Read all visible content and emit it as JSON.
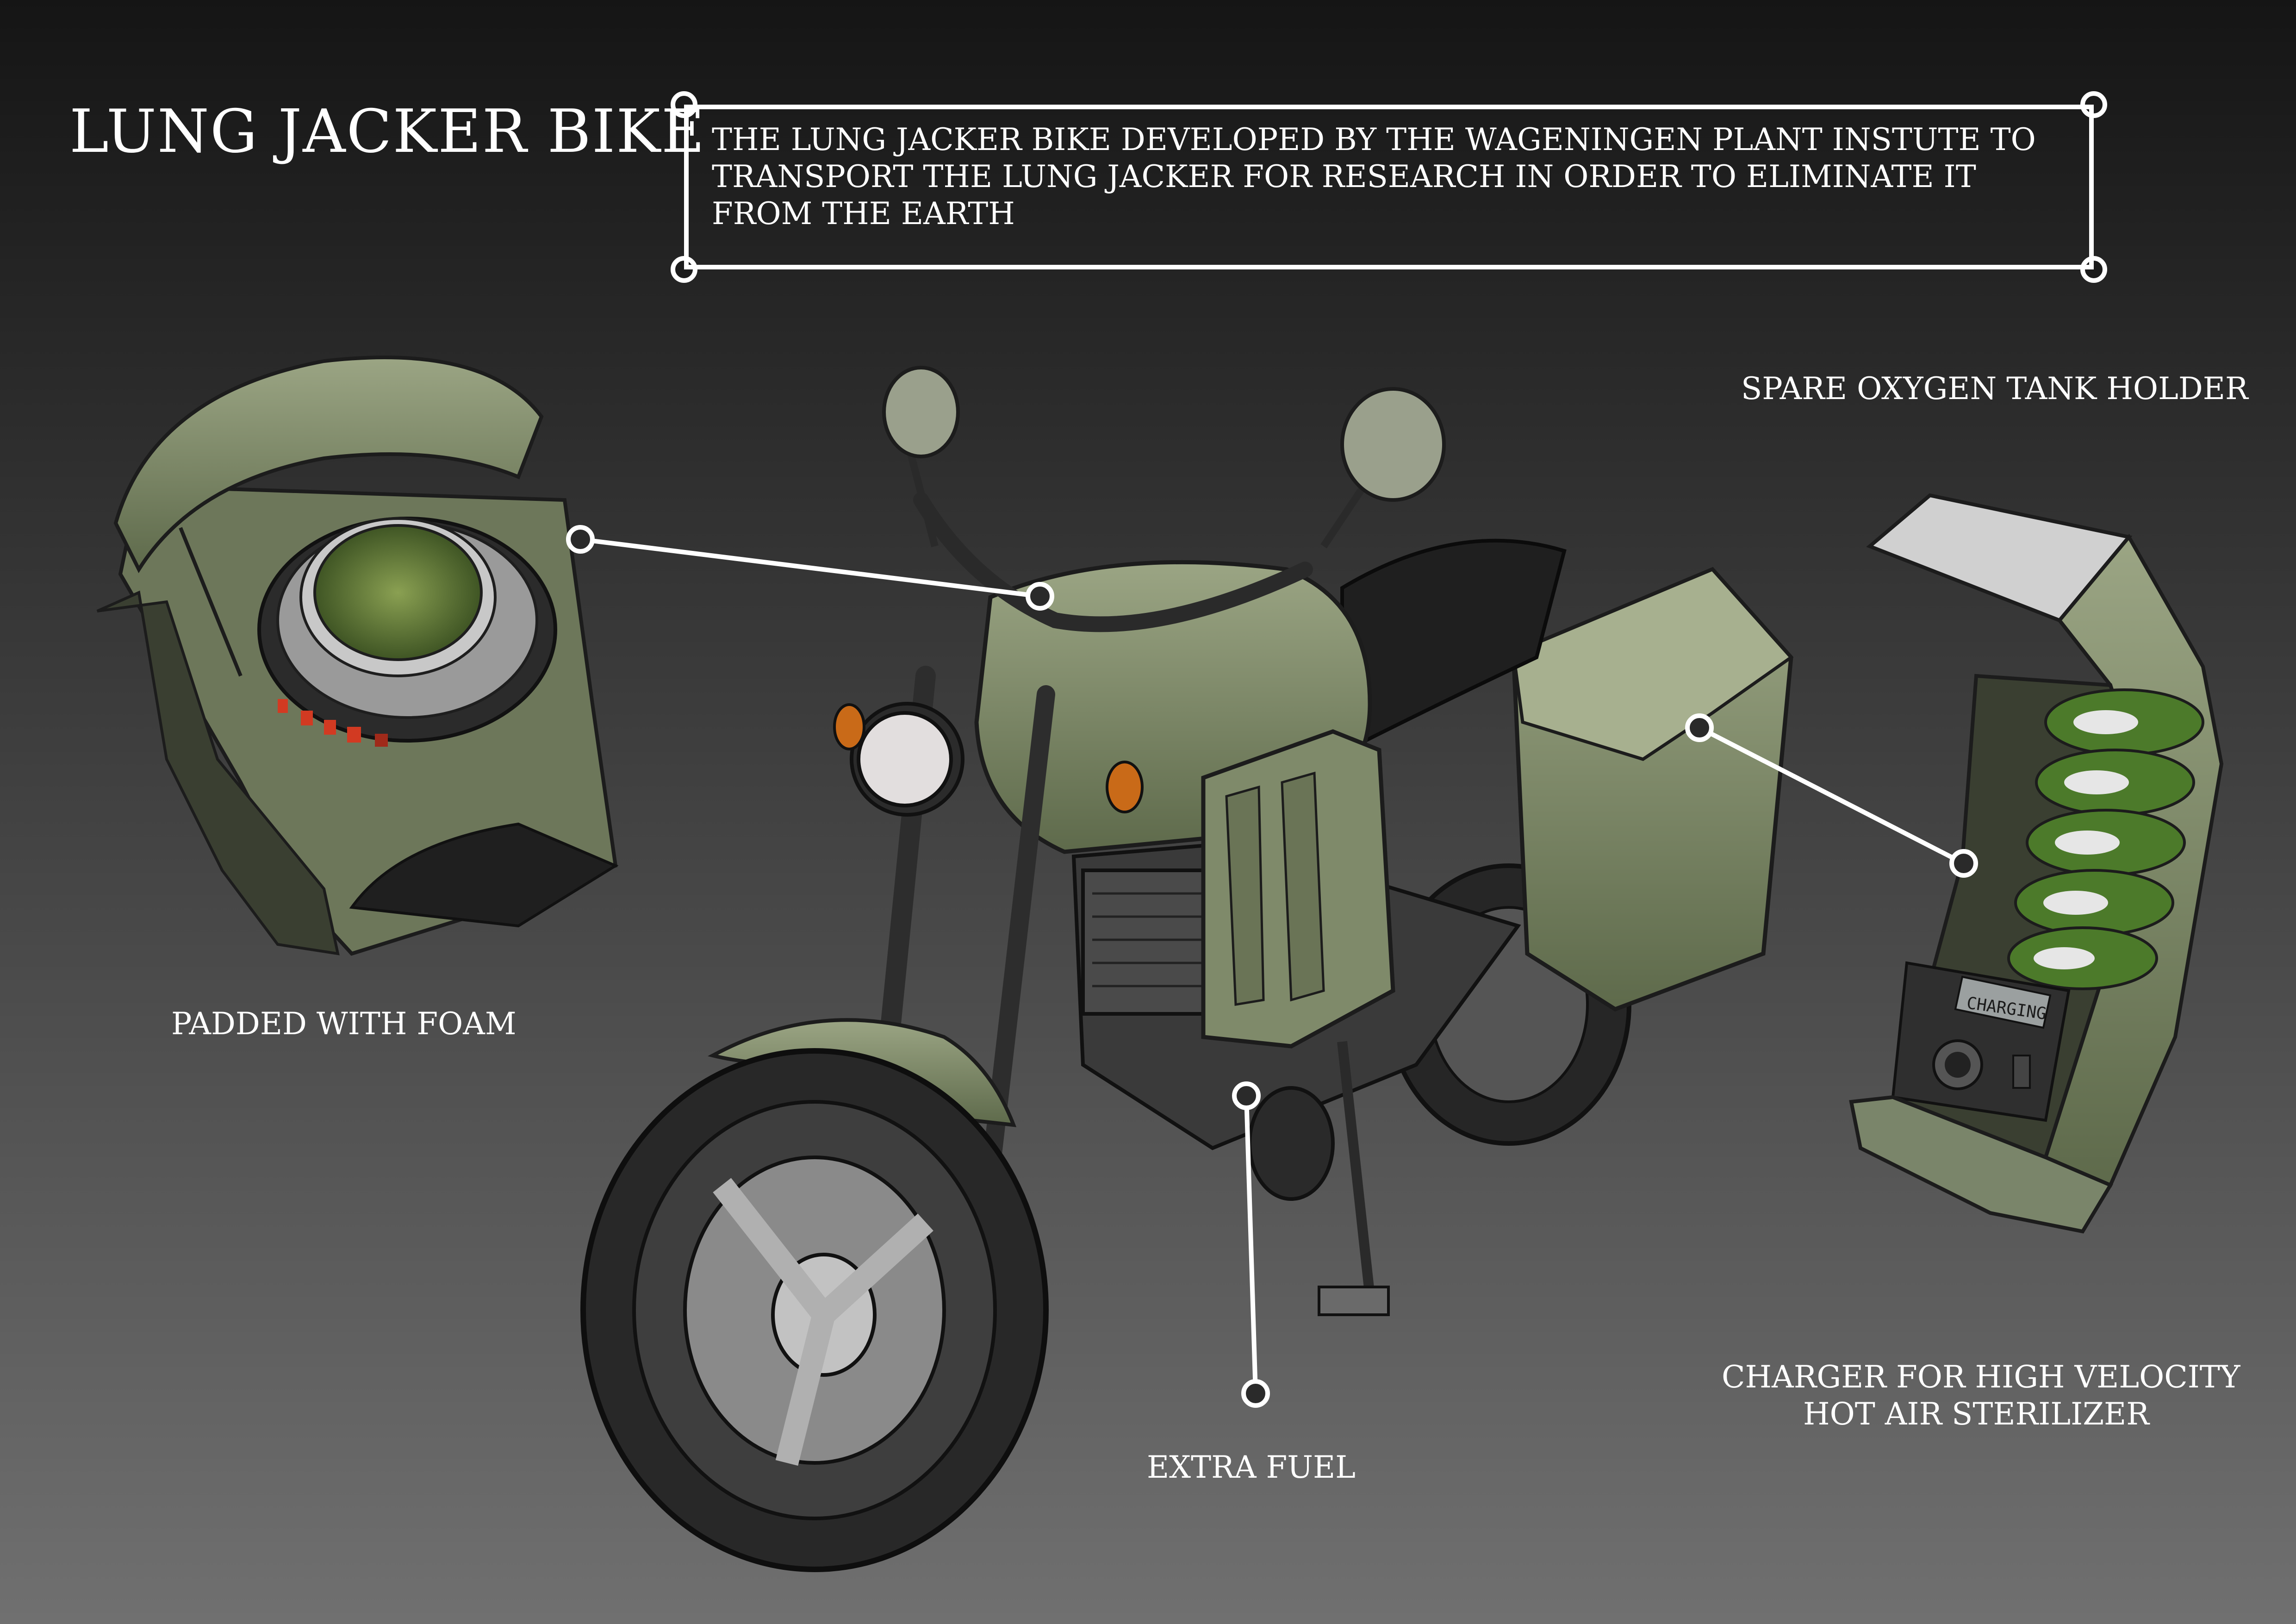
{
  "title": "LUNG JACKER BIKE",
  "description": {
    "line1": "THE LUNG JACKER BIKE DEVELOPED BY THE WAGENINGEN PLANT INSTUTE TO",
    "line2": "TRANSPORT THE LUNG JACKER FOR RESEARCH IN ORDER TO ELIMINATE IT",
    "line3": "FROM THE EARTH"
  },
  "callouts": {
    "padded": "PADDED WITH FOAM",
    "spare_oxygen": "SPARE OXYGEN TANK HOLDER",
    "extra_fuel": "EXTRA FUEL",
    "charger_line1": "CHARGER FOR HIGH VELOCITY",
    "charger_line2": "HOT AIR STERILIZER"
  },
  "device_screen": "CHARGING",
  "colors": {
    "olive": "#7f8a6a",
    "olive_dark": "#4f5a40",
    "tire": "#2e2e2e",
    "chrome": "#b9b9b9",
    "indicator": "#c96a18",
    "callout": "#ffffff"
  }
}
